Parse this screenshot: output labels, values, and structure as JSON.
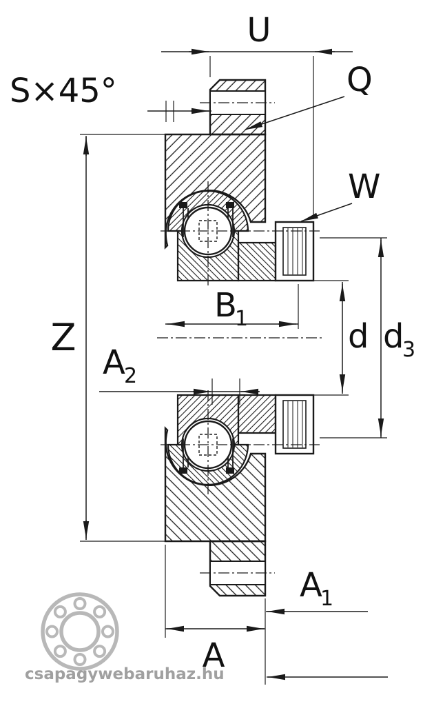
{
  "diagram": {
    "title": "flanged-bearing-unit-cross-section",
    "line_color": "#1a1a1a",
    "background": "#ffffff",
    "labels": {
      "u": "U",
      "q": "Q",
      "s_chamfer": "S×45°",
      "w": "W",
      "z": "Z",
      "b1_base": "B",
      "b1_sub": "1",
      "a2_base": "A",
      "a2_sub": "2",
      "d": "d",
      "d3_base": "d",
      "d3_sub": "3",
      "a1_base": "A",
      "a1_sub": "1",
      "a": "A"
    }
  },
  "watermark": {
    "text": "csapagywebaruhaz.hu",
    "color": "#a8a8a8"
  }
}
